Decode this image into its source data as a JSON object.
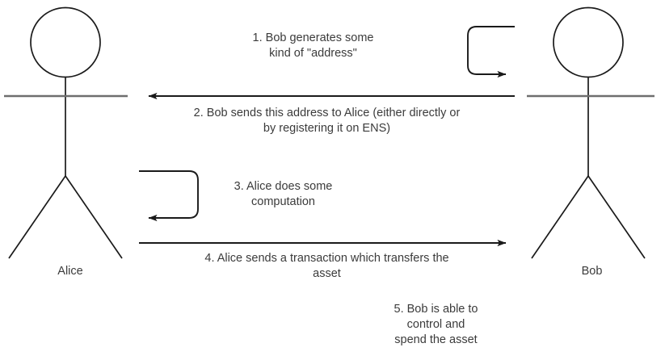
{
  "diagram": {
    "type": "sequence-diagram",
    "title": "",
    "background_color": "#ffffff",
    "line_color": "#1a1a1a",
    "actor_arm_color": "#6e6e6e",
    "text_color": "#3b3b3b",
    "actors": [
      {
        "id": "alice",
        "label": "Alice",
        "side": "left"
      },
      {
        "id": "bob",
        "label": "Bob",
        "side": "right"
      }
    ],
    "messages": [
      {
        "number": "1",
        "text": "1. Bob generates some\nkind of \"address\"",
        "kind": "self-loop",
        "actor": "bob",
        "direction": "self"
      },
      {
        "number": "2",
        "text": "2. Bob sends this address to Alice (either directly or\nby registering it on ENS)",
        "kind": "arrow",
        "from": "bob",
        "to": "alice",
        "direction": "right-to-left"
      },
      {
        "number": "3",
        "text": "3. Alice does some\ncomputation",
        "kind": "self-loop",
        "actor": "alice",
        "direction": "self"
      },
      {
        "number": "4",
        "text": "4. Alice sends a transaction which transfers the\nasset",
        "kind": "arrow",
        "from": "alice",
        "to": "bob",
        "direction": "left-to-right"
      },
      {
        "number": "5",
        "text": "5. Bob is able to\ncontrol and\nspend the asset",
        "kind": "note",
        "actor": "bob",
        "direction": "none"
      }
    ]
  }
}
